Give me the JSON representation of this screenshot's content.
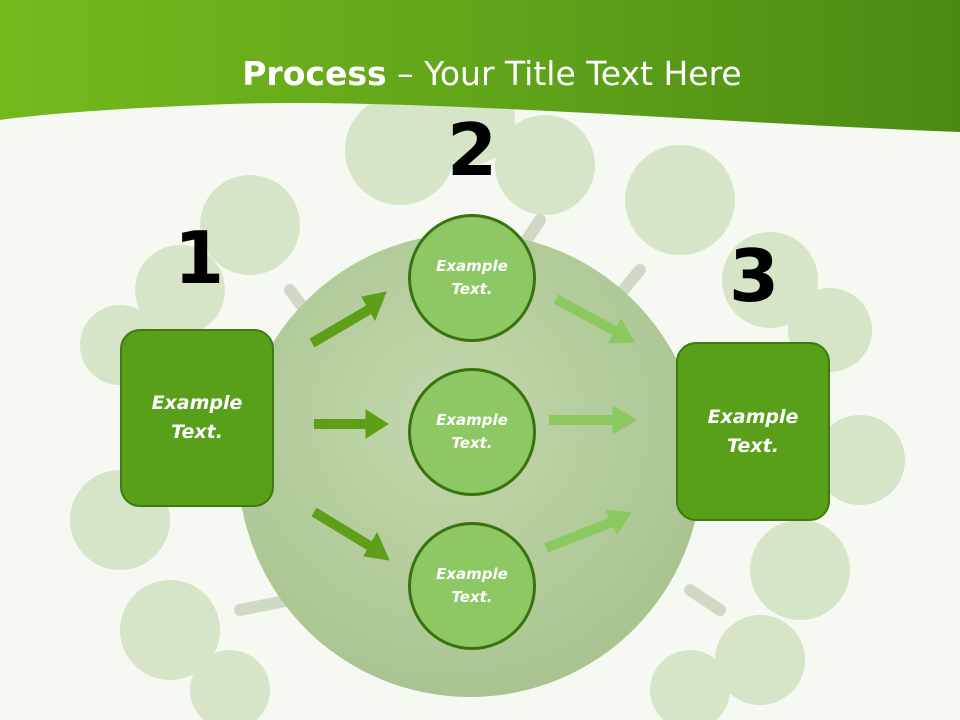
{
  "title": {
    "bold": "Process",
    "separator": " – ",
    "rest": "Your Title Text Here"
  },
  "steps": [
    {
      "number": "1",
      "text": "Example Text."
    },
    {
      "number": "2",
      "items": [
        {
          "text": "Example Text."
        },
        {
          "text": "Example Text."
        },
        {
          "text": "Example Text."
        }
      ]
    },
    {
      "number": "3",
      "text": "Example Text."
    }
  ],
  "colors": {
    "header_green": "#5da21c",
    "box_fill": "#58a01a",
    "circle_fill": "#8dc865",
    "dark_arrow": "#5f9f18",
    "light_arrow": "#8cc860"
  }
}
